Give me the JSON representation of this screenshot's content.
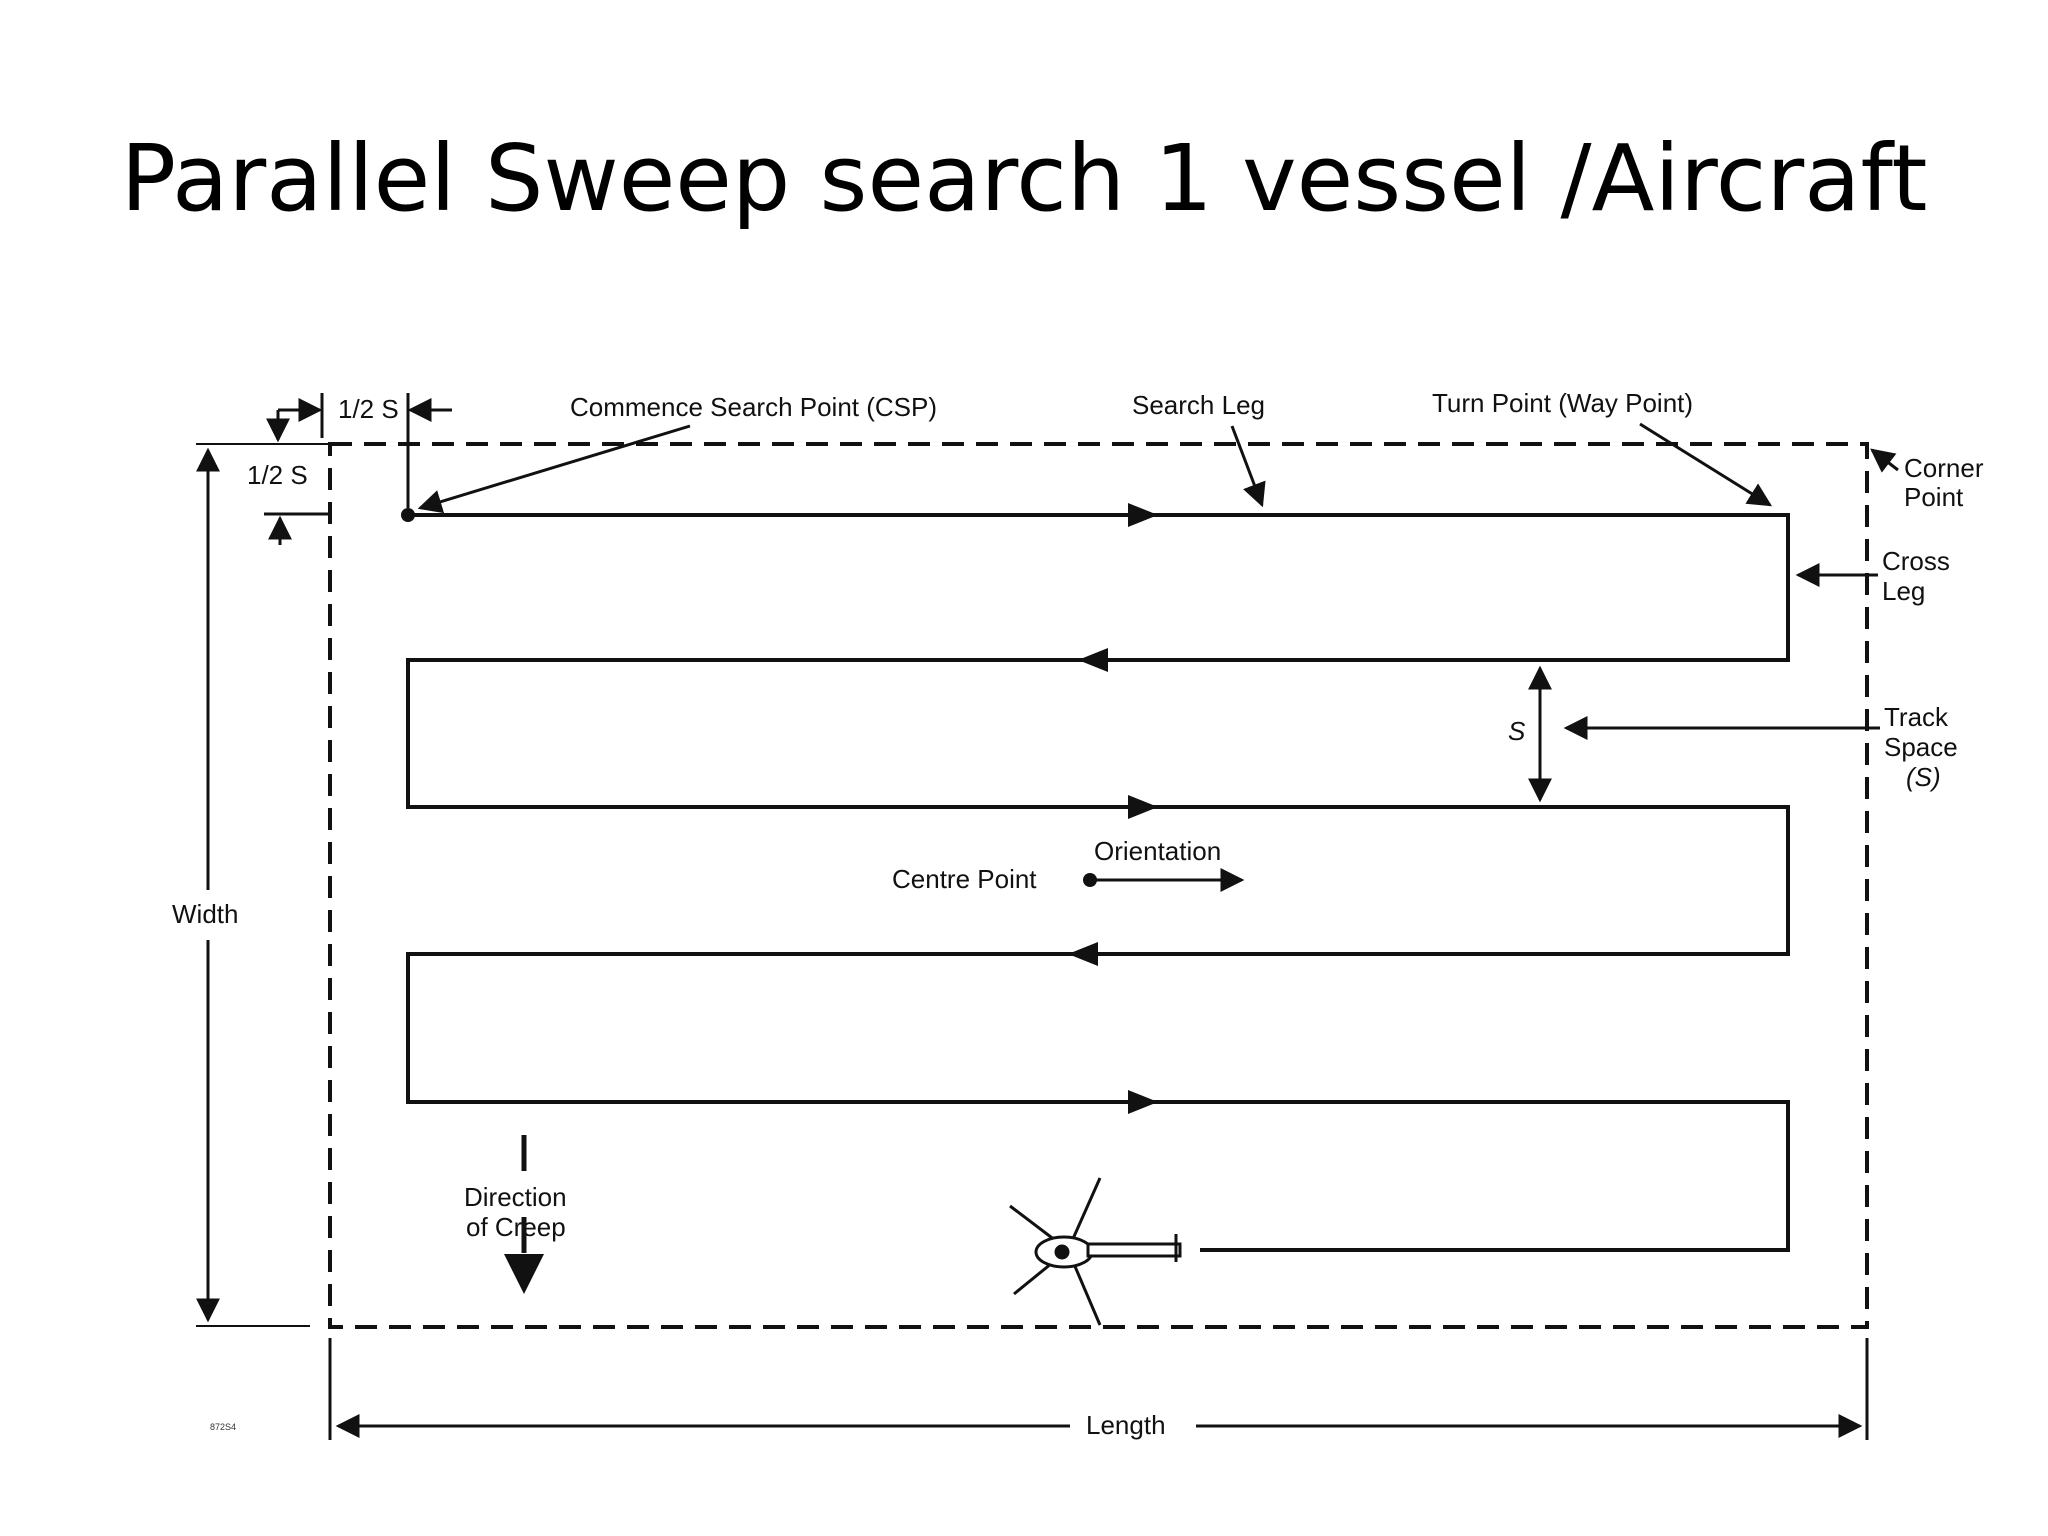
{
  "title": "Parallel Sweep search 1 vessel /Aircraft",
  "labels": {
    "half_s_top": "1/2 S",
    "half_s_left": "1/2 S",
    "csp": "Commence Search Point (CSP)",
    "search_leg": "Search Leg",
    "turn_point": "Turn Point (Way Point)",
    "corner_point_1": "Corner",
    "corner_point_2": "Point",
    "cross_leg_1": "Cross",
    "cross_leg_2": "Leg",
    "track_space_1": "Track",
    "track_space_2": "Space",
    "track_space_3": "(S)",
    "s": "S",
    "orientation": "Orientation",
    "centre_point": "Centre Point",
    "width": "Width",
    "direction_of_creep_1": "Direction",
    "direction_of_creep_2": "of Creep",
    "length": "Length",
    "figure_code": "872S4"
  },
  "colors": {
    "ink": "#111111",
    "background": "#ffffff"
  },
  "icons": [
    "helicopter-icon"
  ]
}
